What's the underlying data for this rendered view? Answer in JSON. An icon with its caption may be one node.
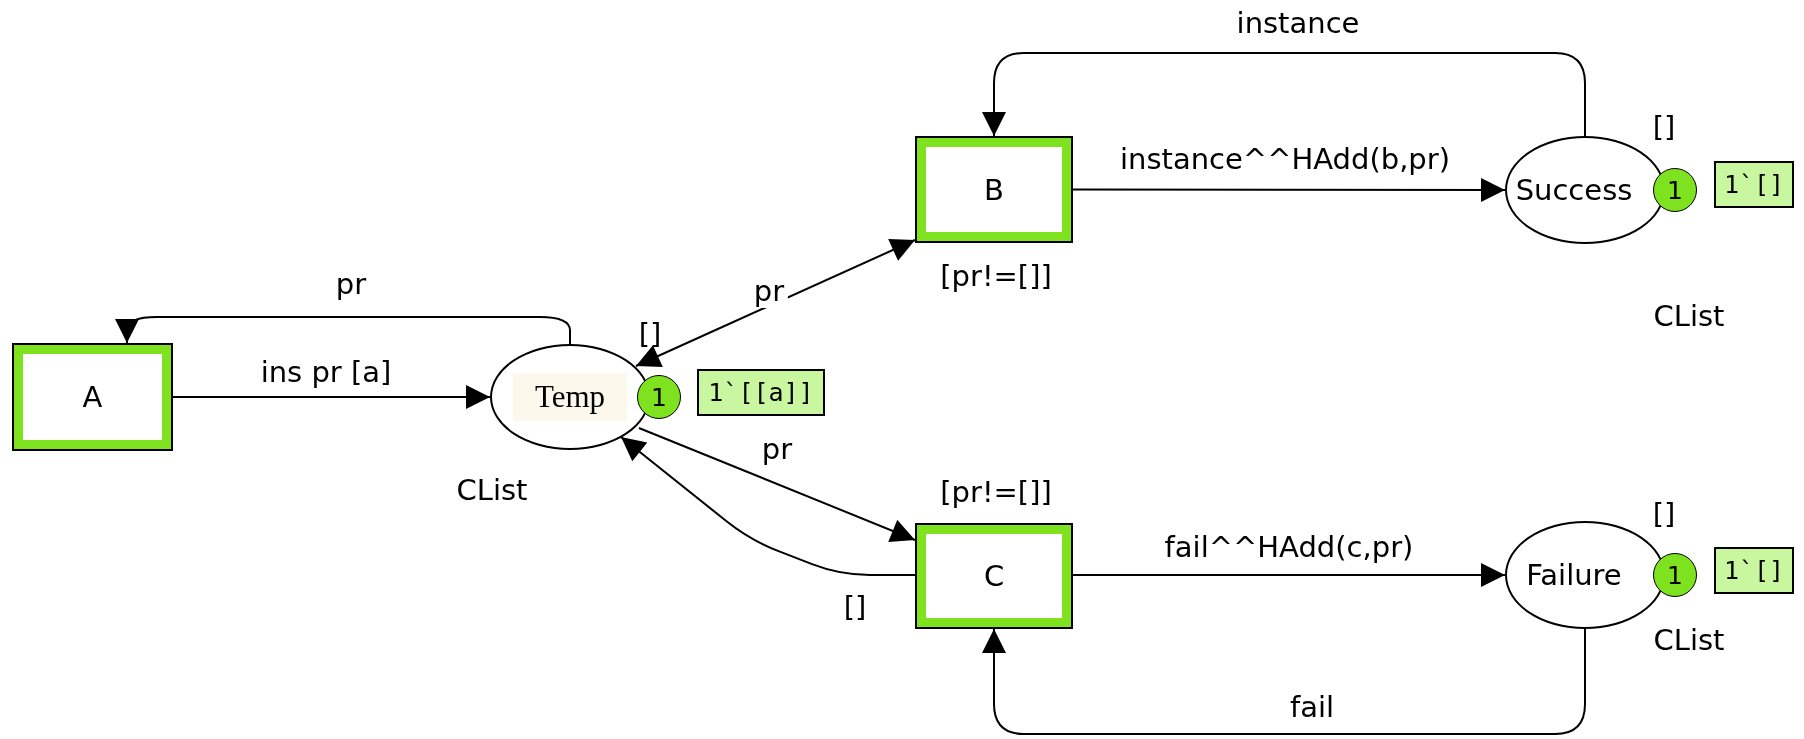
{
  "diagram": {
    "nodes": [
      {
        "text": [
          "A"
        ]
      },
      {
        "text": [
          "Temp"
        ],
        "beside": [
          "[]",
          "CList"
        ]
      },
      {
        "text": [
          "1"
        ]
      },
      {
        "text": [
          "1`[[a]]"
        ]
      },
      {
        "text": [
          "B"
        ],
        "beside": [
          "[pr!=[]]"
        ]
      },
      {
        "text": [
          "Success"
        ],
        "beside": [
          "[]",
          "CList"
        ]
      },
      {
        "text": [
          "1"
        ]
      },
      {
        "text": [
          "1`[]"
        ]
      },
      {
        "text": [
          "C"
        ],
        "beside": [
          "[pr!=[]]"
        ]
      },
      {
        "text": [
          "Failure"
        ],
        "beside": [
          "[]",
          "CList"
        ]
      },
      {
        "text": [
          "1"
        ]
      },
      {
        "text": [
          "1`[]"
        ]
      }
    ],
    "edges": [
      {
        "from": 0,
        "to": 1,
        "arrow": "to",
        "label": "ins pr [a]"
      },
      {
        "from": 1,
        "to": 0,
        "arrow": "to",
        "label": "pr"
      },
      {
        "from": 1,
        "to": 4,
        "arrow": "both",
        "label": "pr"
      },
      {
        "from": 1,
        "to": 8,
        "arrow": "to",
        "label": "pr"
      },
      {
        "from": 8,
        "to": 1,
        "arrow": "to",
        "label": "[]"
      },
      {
        "from": 4,
        "to": 5,
        "arrow": "to",
        "label": "instance^^HAdd(b,pr)"
      },
      {
        "from": 5,
        "to": 4,
        "arrow": "to",
        "label": "instance"
      },
      {
        "from": 8,
        "to": 9,
        "arrow": "to",
        "label": "fail^^HAdd(c,pr)"
      },
      {
        "from": 9,
        "to": 8,
        "arrow": "to",
        "label": "fail"
      }
    ]
  }
}
